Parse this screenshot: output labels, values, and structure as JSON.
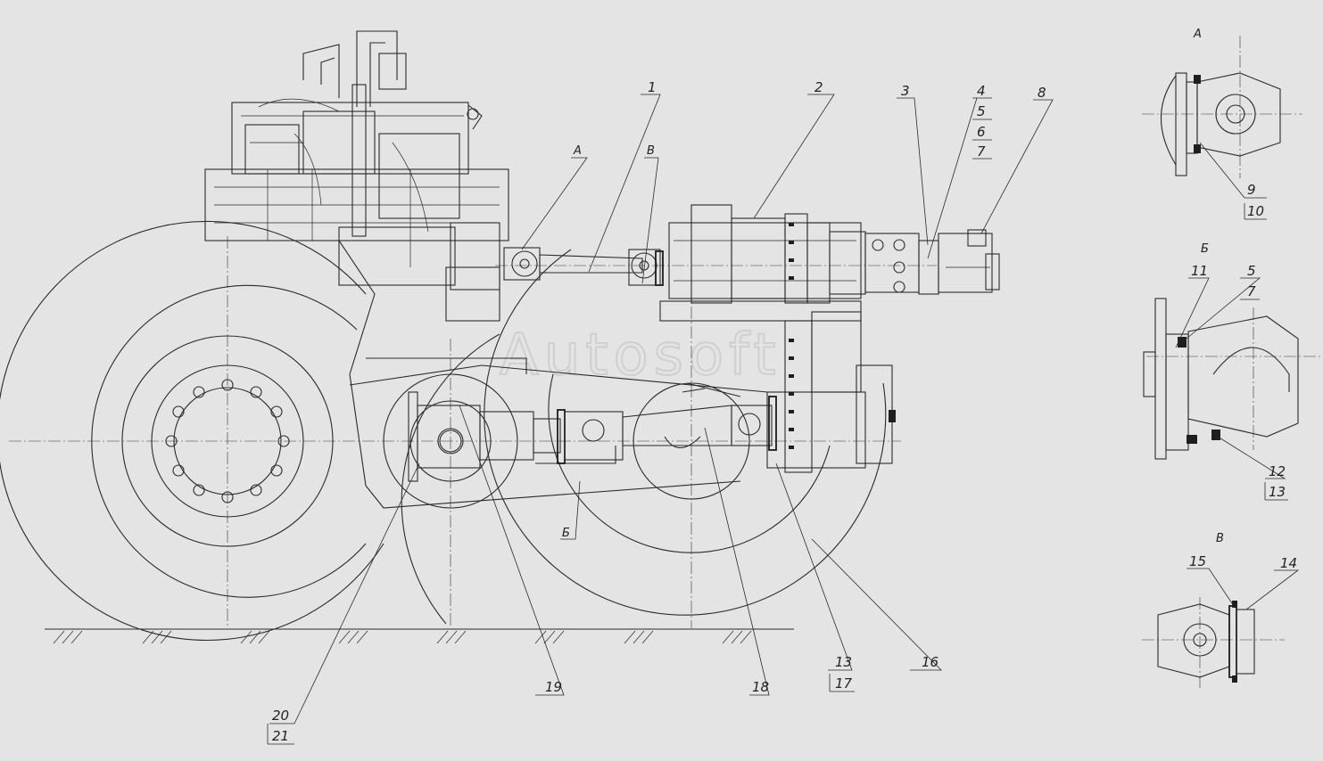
{
  "watermark": "Autosoft",
  "callouts": {
    "c1": "1",
    "c2": "2",
    "c3": "3",
    "c4": "4",
    "c5": "5",
    "c6": "6",
    "c7": "7",
    "c8": "8",
    "c9": "9",
    "c10": "10",
    "c11": "11",
    "c5b": "5",
    "c7b": "7",
    "c12": "12",
    "c13": "13",
    "c14": "14",
    "c15": "15",
    "c16": "16",
    "c13b": "13",
    "c17": "17",
    "c18": "18",
    "c19": "19",
    "c20": "20",
    "c21": "21"
  },
  "views": {
    "a_main": "А",
    "b_main": "Б",
    "v_main": "В",
    "a_detail": "А",
    "b_detail": "Б",
    "v_detail": "В"
  }
}
